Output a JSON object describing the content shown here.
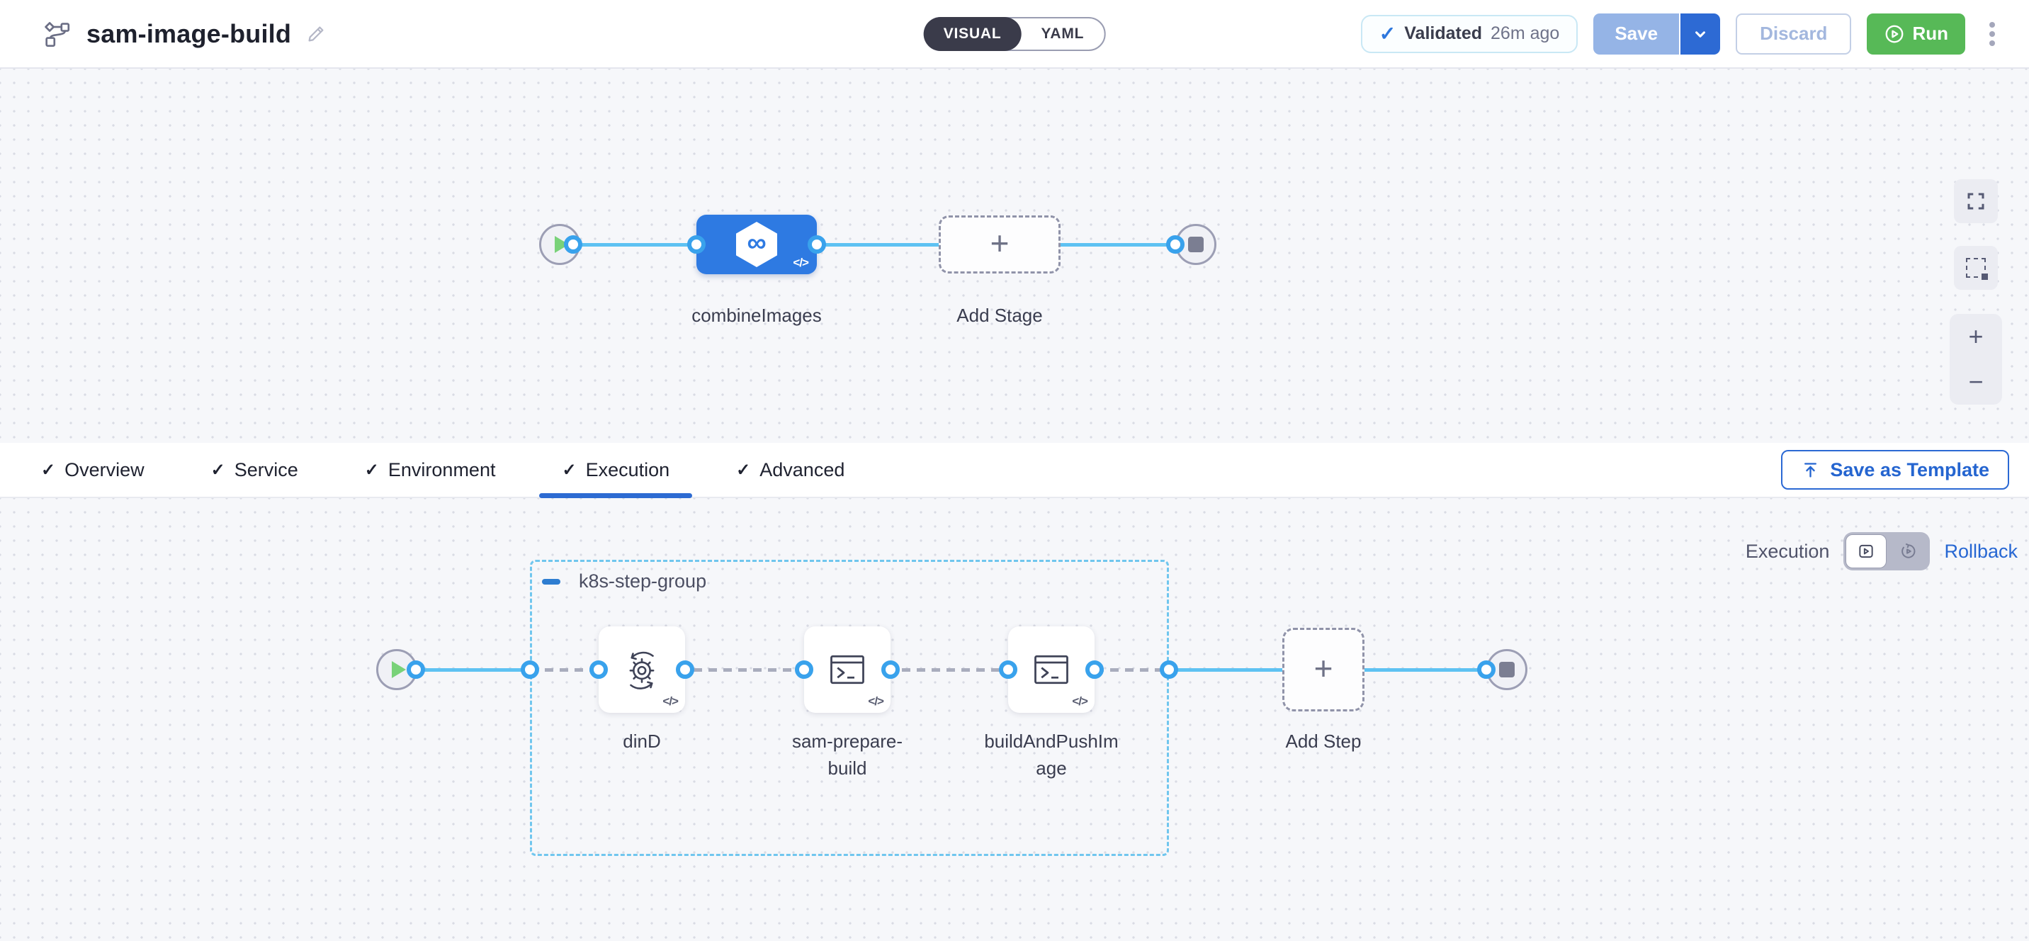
{
  "header": {
    "title": "sam-image-build",
    "toggle": {
      "visual": "VISUAL",
      "yaml": "YAML"
    },
    "validated_label": "Validated",
    "validated_time": "26m ago",
    "save": "Save",
    "discard": "Discard",
    "run": "Run"
  },
  "glyphs": {
    "check": "✓",
    "plus": "+",
    "minus": "−",
    "infinity": "∞",
    "code": "</>"
  },
  "stage_canvas": {
    "stage_name": "combineImages",
    "add_stage": "Add Stage"
  },
  "tabs": {
    "items": [
      {
        "label": "Overview"
      },
      {
        "label": "Service"
      },
      {
        "label": "Environment"
      },
      {
        "label": "Execution"
      },
      {
        "label": "Advanced"
      }
    ],
    "active": "Execution",
    "save_as_template": "Save as Template"
  },
  "execution": {
    "mode": "Execution",
    "rollback": "Rollback",
    "group": "k8s-step-group",
    "steps": [
      {
        "name": "dinD",
        "icon": "service-gear-icon"
      },
      {
        "name": "sam-prepare-build",
        "icon": "terminal-icon"
      },
      {
        "name": "buildAndPushImage",
        "icon": "terminal-icon"
      }
    ],
    "add_step": "Add Step"
  },
  "colors": {
    "accent_blue": "#2d6bd2",
    "stage_blue": "#2e7ae2",
    "port_blue": "#39a2ec",
    "connector_blue": "#5ec2f2",
    "group_border_blue": "#70c6ee",
    "run_green": "#57b957",
    "start_green": "#79d279",
    "validated_check_blue": "#2d77dd"
  }
}
